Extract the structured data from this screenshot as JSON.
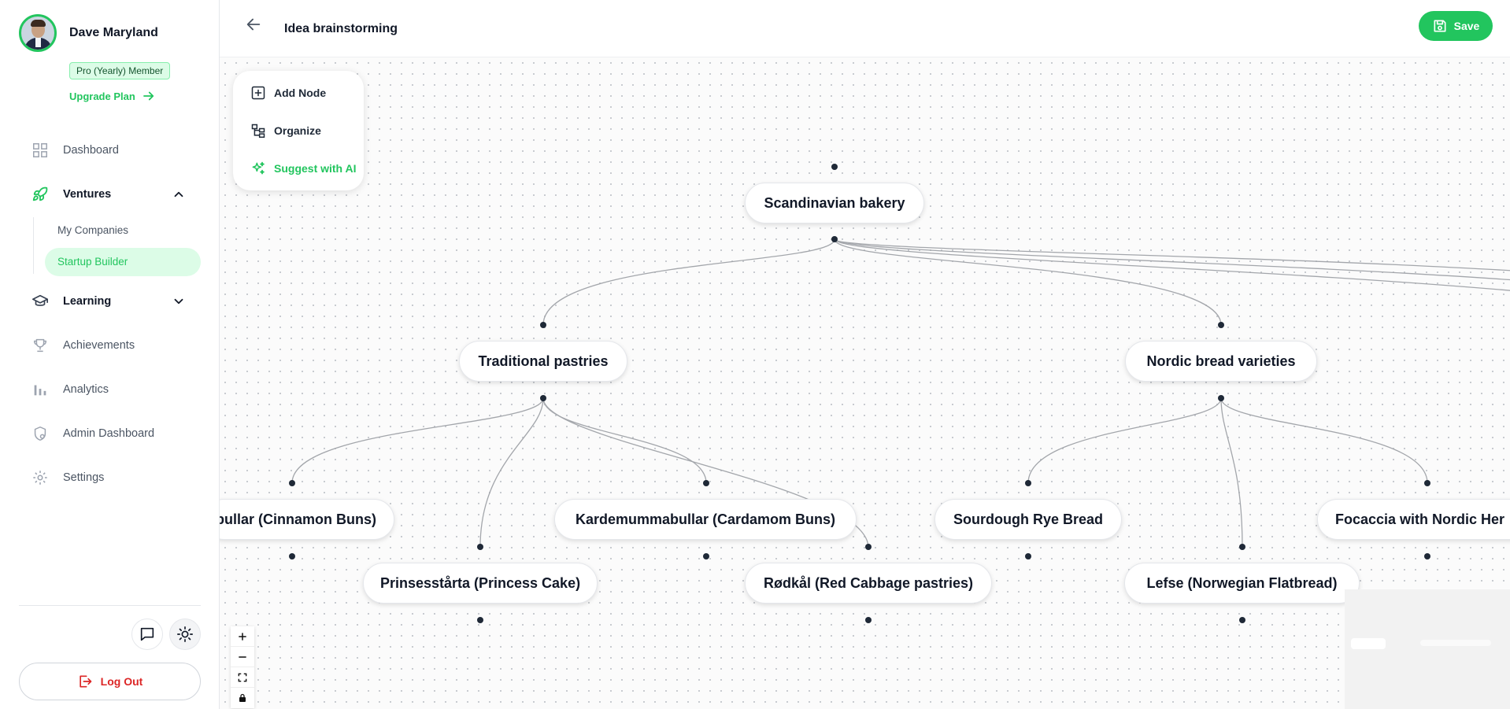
{
  "user": {
    "name": "Dave Maryland",
    "badge": "Pro (Yearly) Member",
    "upgrade_label": "Upgrade Plan"
  },
  "nav": {
    "dashboard": "Dashboard",
    "ventures": "Ventures",
    "ventures_sub": [
      "My Companies",
      "Startup Builder"
    ],
    "learning": "Learning",
    "achievements": "Achievements",
    "analytics": "Analytics",
    "admin_dashboard": "Admin Dashboard",
    "settings": "Settings"
  },
  "footer": {
    "logout_label": "Log Out"
  },
  "header": {
    "title": "Idea brainstorming",
    "save_label": "Save"
  },
  "toolbox": {
    "add_node": "Add Node",
    "organize": "Organize",
    "suggest_ai": "Suggest with AI"
  },
  "mindmap": {
    "root": "Scandinavian bakery",
    "traditional": "Traditional pastries",
    "nordic": "Nordic bread varieties",
    "kanel": "elbullar (Cinnamon Buns)",
    "kardemumma": "Kardemummabullar (Cardamom Buns)",
    "prinsess": "Prinsesstårta (Princess Cake)",
    "rodkal": "Rødkål (Red Cabbage pastries)",
    "sourdough": "Sourdough Rye Bread",
    "lefse": "Lefse (Norwegian Flatbread)",
    "focaccia": "Focaccia with Nordic Her"
  },
  "colors": {
    "accent": "#22c55e",
    "accent_light": "#dcfce7",
    "danger": "#dc2626"
  },
  "icons": [
    "dashboard-icon",
    "rocket-icon",
    "graduation-cap-icon",
    "trophy-icon",
    "bar-chart-icon",
    "shield-icon",
    "gear-icon",
    "chat-icon",
    "sun-icon",
    "logout-icon",
    "back-arrow-icon",
    "save-icon",
    "plus-square-icon",
    "organize-icon",
    "sparkles-icon"
  ]
}
